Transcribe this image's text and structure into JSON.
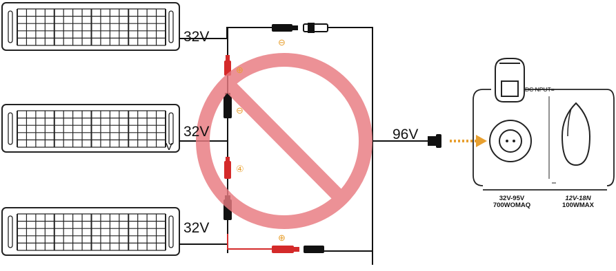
{
  "panels": [
    {
      "voltage": "32V"
    },
    {
      "voltage": "32V",
      "side_mark": "V"
    },
    {
      "voltage": "32V"
    }
  ],
  "series_output": {
    "voltage": "96V"
  },
  "polarity_marks": {
    "top_negative": "⊖",
    "top_positive": "⊕",
    "mid_negative": "⊖",
    "mid_positive": "④",
    "bottom_positive": "⊕"
  },
  "station": {
    "dc_input_label": "DC NPUT=",
    "port_a": {
      "range": "32V-95V",
      "power": "700WOMAQ"
    },
    "port_b": {
      "range": "12V-18N",
      "power": "100WMAX"
    }
  },
  "colors": {
    "prohibition_sign": "#e87a80",
    "arrow": "#e8a030",
    "wire": "#111111",
    "positive_connector": "#d42a2a"
  },
  "icons": [
    "solar-panel-icon",
    "mc4-connector-icon",
    "prohibition-sign-icon",
    "anderson-plug-icon",
    "dc-port-icon"
  ]
}
